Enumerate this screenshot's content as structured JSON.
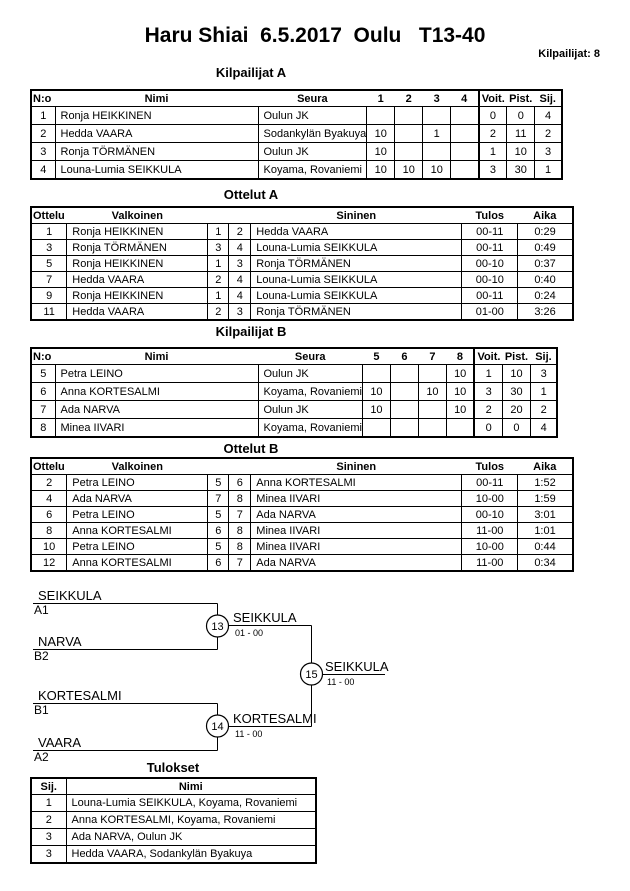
{
  "page": {
    "title": "Haru Shiai  6.5.2017  Oulu   T13-40",
    "competitors_label": "Kilpailijat: 8"
  },
  "pool_a": {
    "title": "Kilpailijat A",
    "headers": {
      "no": "N:o",
      "name": "Nimi",
      "club": "Seura",
      "r": [
        "1",
        "2",
        "3",
        "4"
      ],
      "wins": "Voit.",
      "points": "Pist.",
      "place": "Sij."
    },
    "rows": [
      {
        "no": "1",
        "name": "Ronja HEIKKINEN",
        "club": "Oulun JK",
        "r": [
          "",
          "",
          "",
          ""
        ],
        "wins": "0",
        "points": "0",
        "place": "4"
      },
      {
        "no": "2",
        "name": "Hedda VAARA",
        "club": "Sodankylän Byakuya",
        "r": [
          "10",
          "",
          "1",
          ""
        ],
        "wins": "2",
        "points": "11",
        "place": "2"
      },
      {
        "no": "3",
        "name": "Ronja TÖRMÄNEN",
        "club": "Oulun JK",
        "r": [
          "10",
          "",
          "",
          ""
        ],
        "wins": "1",
        "points": "10",
        "place": "3"
      },
      {
        "no": "4",
        "name": "Louna-Lumia SEIKKULA",
        "club": "Koyama, Rovaniemi",
        "r": [
          "10",
          "10",
          "10",
          ""
        ],
        "wins": "3",
        "points": "30",
        "place": "1"
      }
    ]
  },
  "matches_a": {
    "title": "Ottelut A",
    "headers": {
      "match": "Ottelu",
      "white": "Valkoinen",
      "blue": "Sininen",
      "result": "Tulos",
      "time": "Aika"
    },
    "rows": [
      {
        "match": "1",
        "white": "Ronja HEIKKINEN",
        "wno": "1",
        "bno": "2",
        "blue": "Hedda VAARA",
        "result": "00-11",
        "time": "0:29"
      },
      {
        "match": "3",
        "white": "Ronja TÖRMÄNEN",
        "wno": "3",
        "bno": "4",
        "blue": "Louna-Lumia SEIKKULA",
        "result": "00-11",
        "time": "0:49"
      },
      {
        "match": "5",
        "white": "Ronja HEIKKINEN",
        "wno": "1",
        "bno": "3",
        "blue": "Ronja TÖRMÄNEN",
        "result": "00-10",
        "time": "0:37"
      },
      {
        "match": "7",
        "white": "Hedda VAARA",
        "wno": "2",
        "bno": "4",
        "blue": "Louna-Lumia SEIKKULA",
        "result": "00-10",
        "time": "0:40"
      },
      {
        "match": "9",
        "white": "Ronja HEIKKINEN",
        "wno": "1",
        "bno": "4",
        "blue": "Louna-Lumia SEIKKULA",
        "result": "00-11",
        "time": "0:24"
      },
      {
        "match": "11",
        "white": "Hedda VAARA",
        "wno": "2",
        "bno": "3",
        "blue": "Ronja TÖRMÄNEN",
        "result": "01-00",
        "time": "3:26"
      }
    ]
  },
  "pool_b": {
    "title": "Kilpailijat B",
    "headers": {
      "no": "N:o",
      "name": "Nimi",
      "club": "Seura",
      "r": [
        "5",
        "6",
        "7",
        "8"
      ],
      "wins": "Voit.",
      "points": "Pist.",
      "place": "Sij."
    },
    "rows": [
      {
        "no": "5",
        "name": "Petra LEINO",
        "club": "Oulun JK",
        "r": [
          "",
          "",
          "",
          "10"
        ],
        "wins": "1",
        "points": "10",
        "place": "3"
      },
      {
        "no": "6",
        "name": "Anna KORTESALMI",
        "club": "Koyama, Rovaniemi",
        "r": [
          "10",
          "",
          "10",
          "10"
        ],
        "wins": "3",
        "points": "30",
        "place": "1"
      },
      {
        "no": "7",
        "name": "Ada NARVA",
        "club": "Oulun JK",
        "r": [
          "10",
          "",
          "",
          "10"
        ],
        "wins": "2",
        "points": "20",
        "place": "2"
      },
      {
        "no": "8",
        "name": "Minea IIVARI",
        "club": "Koyama, Rovaniemi",
        "r": [
          "",
          "",
          "",
          ""
        ],
        "wins": "0",
        "points": "0",
        "place": "4"
      }
    ]
  },
  "matches_b": {
    "title": "Ottelut B",
    "headers": {
      "match": "Ottelu",
      "white": "Valkoinen",
      "blue": "Sininen",
      "result": "Tulos",
      "time": "Aika"
    },
    "rows": [
      {
        "match": "2",
        "white": "Petra LEINO",
        "wno": "5",
        "bno": "6",
        "blue": "Anna KORTESALMI",
        "result": "00-11",
        "time": "1:52"
      },
      {
        "match": "4",
        "white": "Ada NARVA",
        "wno": "7",
        "bno": "8",
        "blue": "Minea IIVARI",
        "result": "10-00",
        "time": "1:59"
      },
      {
        "match": "6",
        "white": "Petra LEINO",
        "wno": "5",
        "bno": "7",
        "blue": "Ada NARVA",
        "result": "00-10",
        "time": "3:01"
      },
      {
        "match": "8",
        "white": "Anna KORTESALMI",
        "wno": "6",
        "bno": "8",
        "blue": "Minea IIVARI",
        "result": "11-00",
        "time": "1:01"
      },
      {
        "match": "10",
        "white": "Petra LEINO",
        "wno": "5",
        "bno": "8",
        "blue": "Minea IIVARI",
        "result": "10-00",
        "time": "0:44"
      },
      {
        "match": "12",
        "white": "Anna KORTESALMI",
        "wno": "6",
        "bno": "7",
        "blue": "Ada NARVA",
        "result": "11-00",
        "time": "0:34"
      }
    ]
  },
  "bracket": {
    "semi1": {
      "match_no": "13",
      "top_name": "SEIKKULA",
      "top_seed": "A1",
      "bottom_name": "NARVA",
      "bottom_seed": "B2",
      "winner": "SEIKKULA",
      "score": "01 - 00"
    },
    "semi2": {
      "match_no": "14",
      "top_name": "KORTESALMI",
      "top_seed": "B1",
      "bottom_name": "VAARA",
      "bottom_seed": "A2",
      "winner": "KORTESALMI",
      "score": "11 - 00"
    },
    "final": {
      "match_no": "15",
      "winner": "SEIKKULA",
      "score": "11 - 00"
    }
  },
  "results": {
    "title": "Tulokset",
    "headers": {
      "place": "Sij.",
      "name": "Nimi"
    },
    "rows": [
      {
        "place": "1",
        "name": "Louna-Lumia SEIKKULA, Koyama, Rovaniemi"
      },
      {
        "place": "2",
        "name": "Anna KORTESALMI, Koyama, Rovaniemi"
      },
      {
        "place": "3",
        "name": "Ada NARVA, Oulun JK"
      },
      {
        "place": "3",
        "name": "Hedda VAARA, Sodankylän Byakuya"
      }
    ]
  }
}
